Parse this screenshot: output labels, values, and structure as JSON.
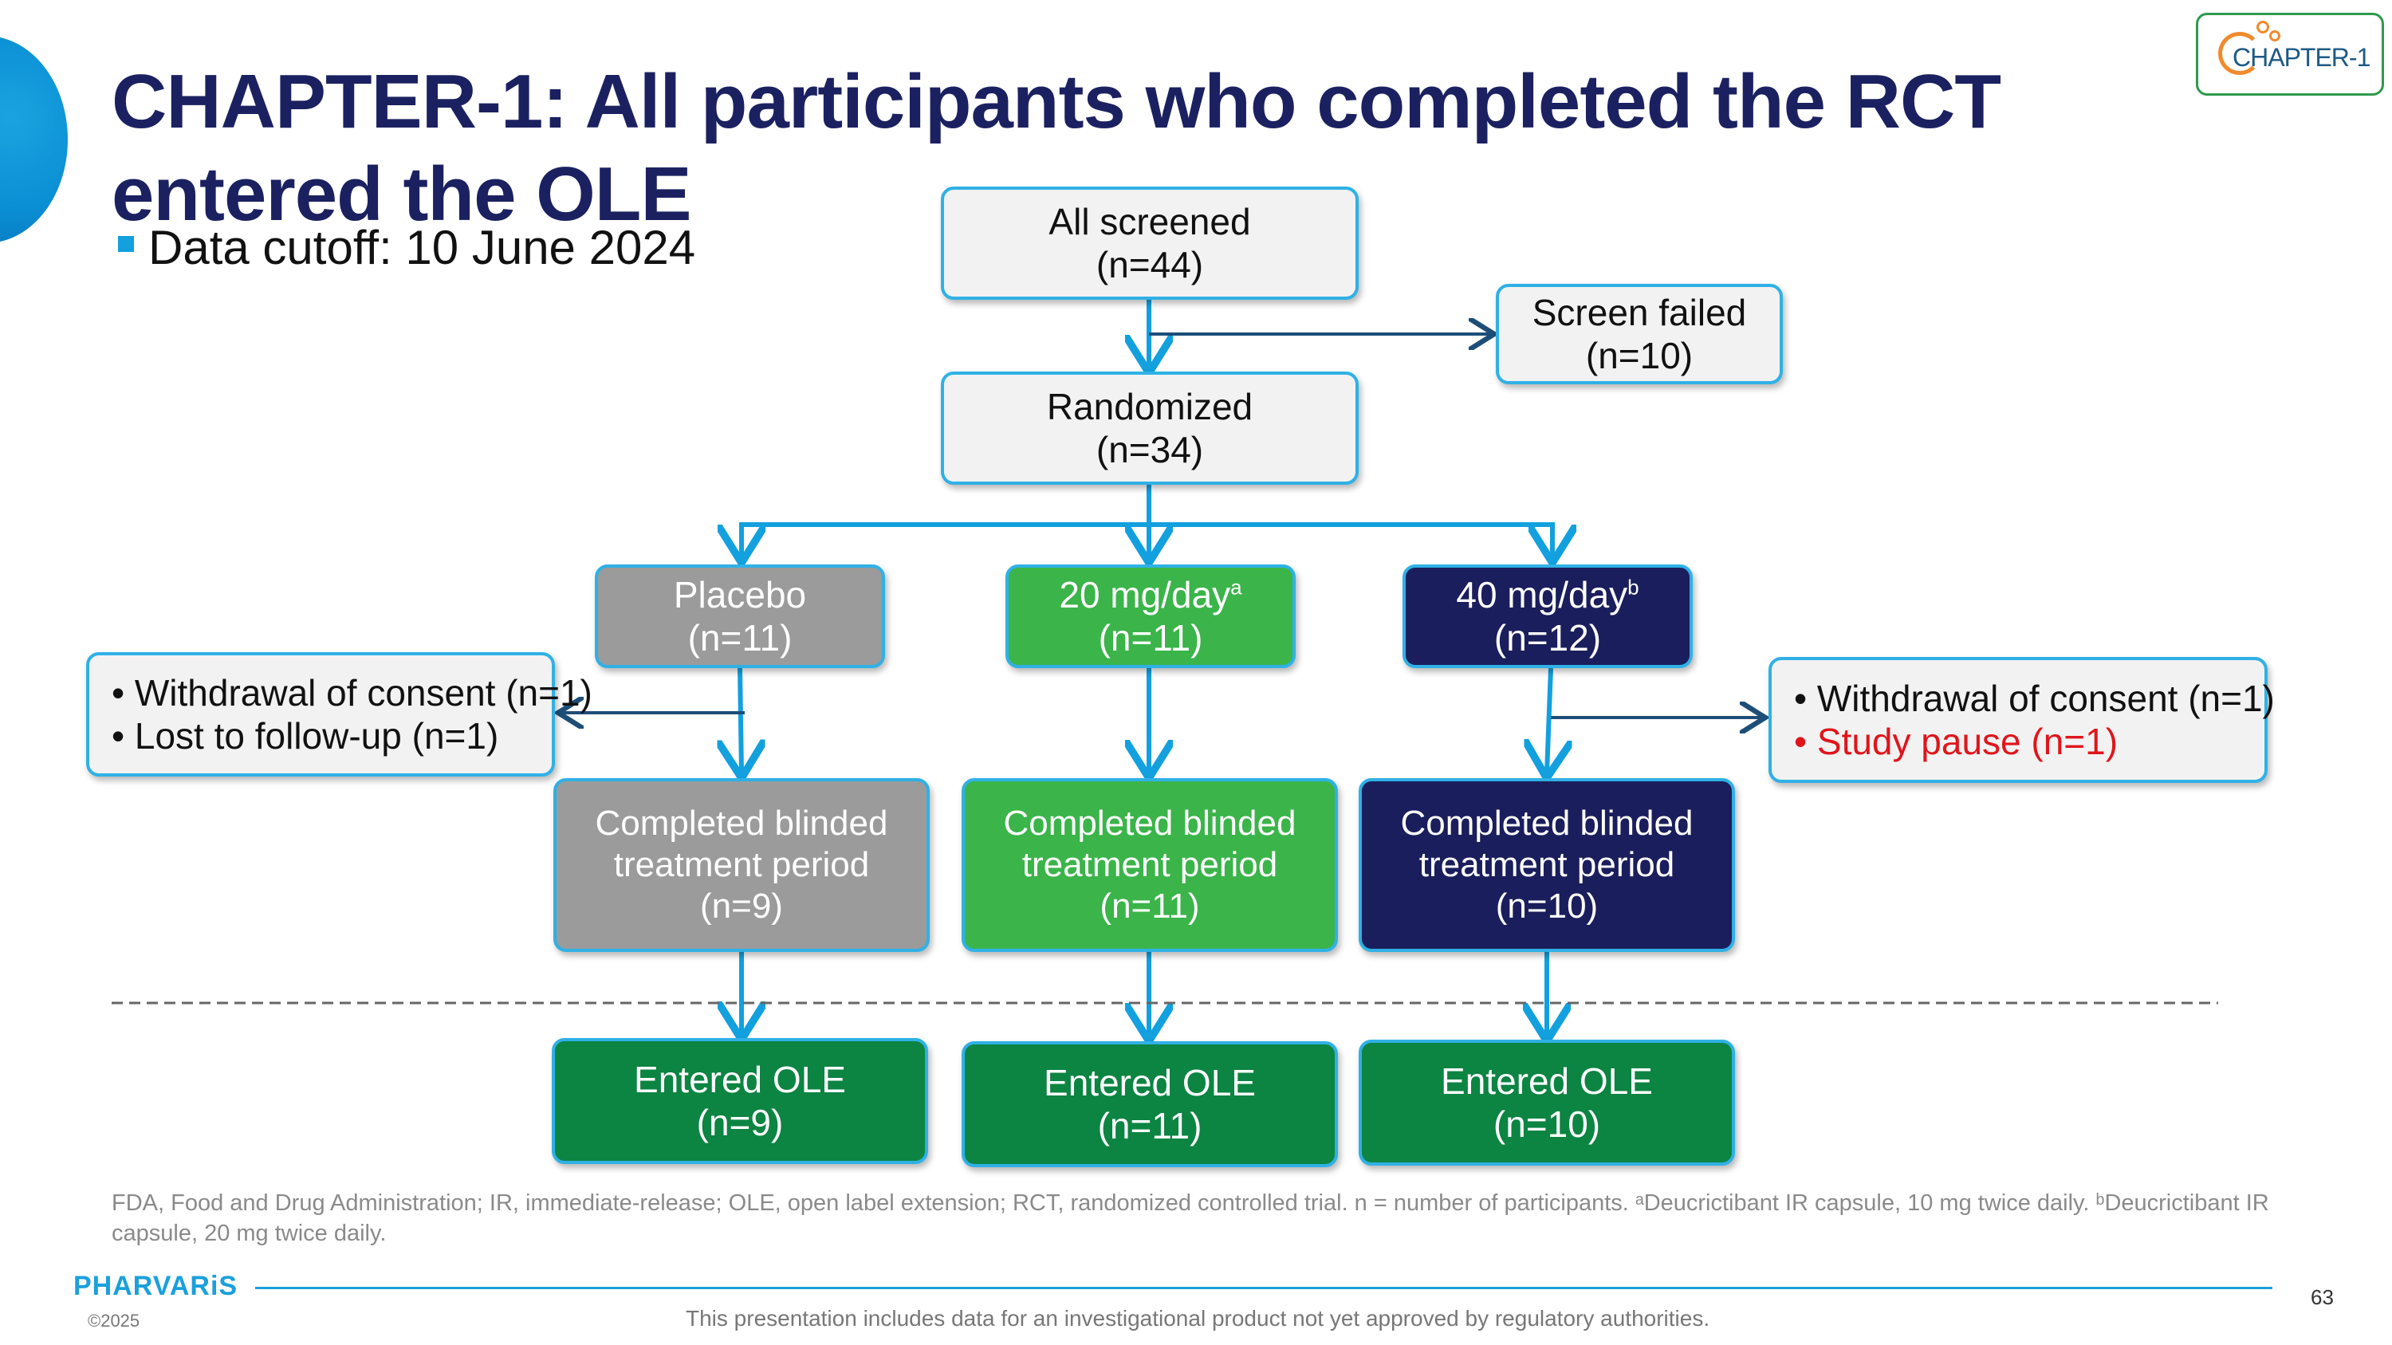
{
  "slide": {
    "title": "CHAPTER-1: All participants who completed the RCT entered the OLE",
    "bullet": "Data cutoff: 10 June 2024",
    "logo_text": "CHAPTER-1",
    "colors": {
      "title": "#1b2160",
      "accent": "#1aa0dc",
      "placebo": "#9b9b9b",
      "dose20": "#3bb44a",
      "dose40": "#1b1e5c",
      "ole": "#0c8442",
      "study_pause": "#e0151b"
    }
  },
  "flow": {
    "screened": {
      "label": "All screened",
      "n": "(n=44)"
    },
    "screen_failed": {
      "label": "Screen failed",
      "n": "(n=10)"
    },
    "randomized": {
      "label": "Randomized",
      "n": "(n=34)"
    },
    "arms": [
      {
        "label": "Placebo",
        "sup": "",
        "n": "(n=11)"
      },
      {
        "label": "20 mg/day",
        "sup": "a",
        "n": "(n=11)"
      },
      {
        "label": "40 mg/day",
        "sup": "b",
        "n": "(n=12)"
      }
    ],
    "discontinued_left": [
      "• Withdrawal of consent (n=1)",
      "• Lost to follow-up (n=1)"
    ],
    "discontinued_right": [
      "•  Withdrawal of consent (n=1)",
      "•  Study pause (n=1)"
    ],
    "completed": [
      {
        "line1": "Completed blinded",
        "line2": "treatment period",
        "n": "(n=9)"
      },
      {
        "line1": "Completed blinded",
        "line2": "treatment period",
        "n": "(n=11)"
      },
      {
        "line1": "Completed blinded",
        "line2": "treatment period",
        "n": "(n=10)"
      }
    ],
    "ole": [
      {
        "label": "Entered OLE",
        "n": "(n=9)"
      },
      {
        "label": "Entered OLE",
        "n": "(n=11)"
      },
      {
        "label": "Entered OLE",
        "n": "(n=10)"
      }
    ]
  },
  "footer": {
    "footnote": "FDA, Food and Drug Administration; IR, immediate-release; OLE, open label extension; RCT, randomized controlled trial. n = number of participants. ᵃDeucrictibant IR capsule, 10 mg twice daily. ᵇDeucrictibant IR capsule, 20 mg twice daily.",
    "brand": "PHARVARiS",
    "copyright": "©2025",
    "disclaimer": "This presentation includes data for an investigational product not yet approved by regulatory authorities.",
    "page_number": "63"
  }
}
